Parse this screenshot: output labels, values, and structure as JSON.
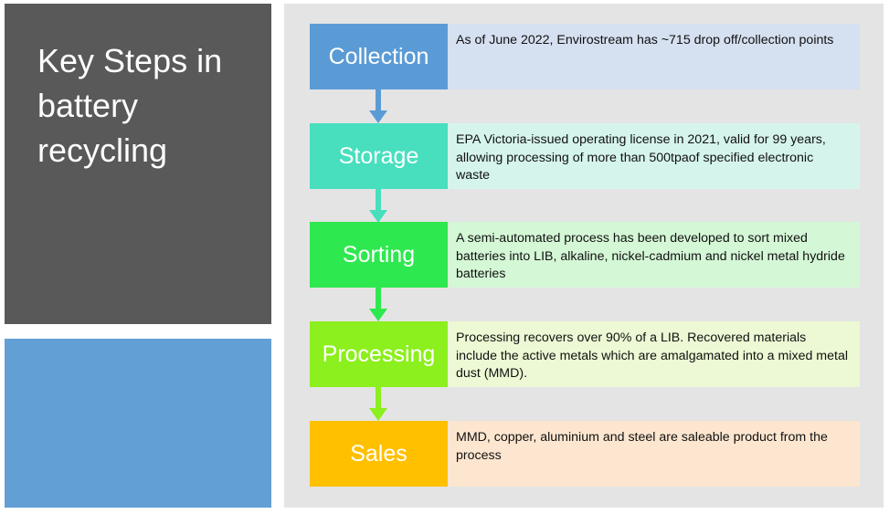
{
  "title": {
    "line1": "Key Steps in",
    "line2": "battery",
    "line3": "recycling"
  },
  "steps": [
    {
      "label": "Collection",
      "description": "As of June 2022, Envirostream has ~715 drop off/collection points",
      "color": "#5b9bd5",
      "bg": "#d5e0f0"
    },
    {
      "label": "Storage",
      "description": "EPA Victoria-issued operating license in 2021, valid for 99 years, allowing processing of more than 500tpaof specified electronic waste",
      "color": "#48dfbe",
      "bg": "#d5f4ec"
    },
    {
      "label": "Sorting",
      "description": "A semi-automated process has been developed to sort mixed batteries into LIB, alkaline, nickel-cadmium and nickel metal hydride batteries",
      "color": "#2ee84f",
      "bg": "#d4f7d6"
    },
    {
      "label": "Processing",
      "description": "Processing recovers over 90% of a LIB. Recovered materials include the active metals which are amalgamated into a mixed metal dust (MMD).",
      "color": "#8cef1e",
      "bg": "#ecf9d4"
    },
    {
      "label": "Sales",
      "description": "MMD, copper, aluminium and steel are saleable product from the process",
      "color": "#ffc000",
      "bg": "#fde6cf"
    }
  ]
}
